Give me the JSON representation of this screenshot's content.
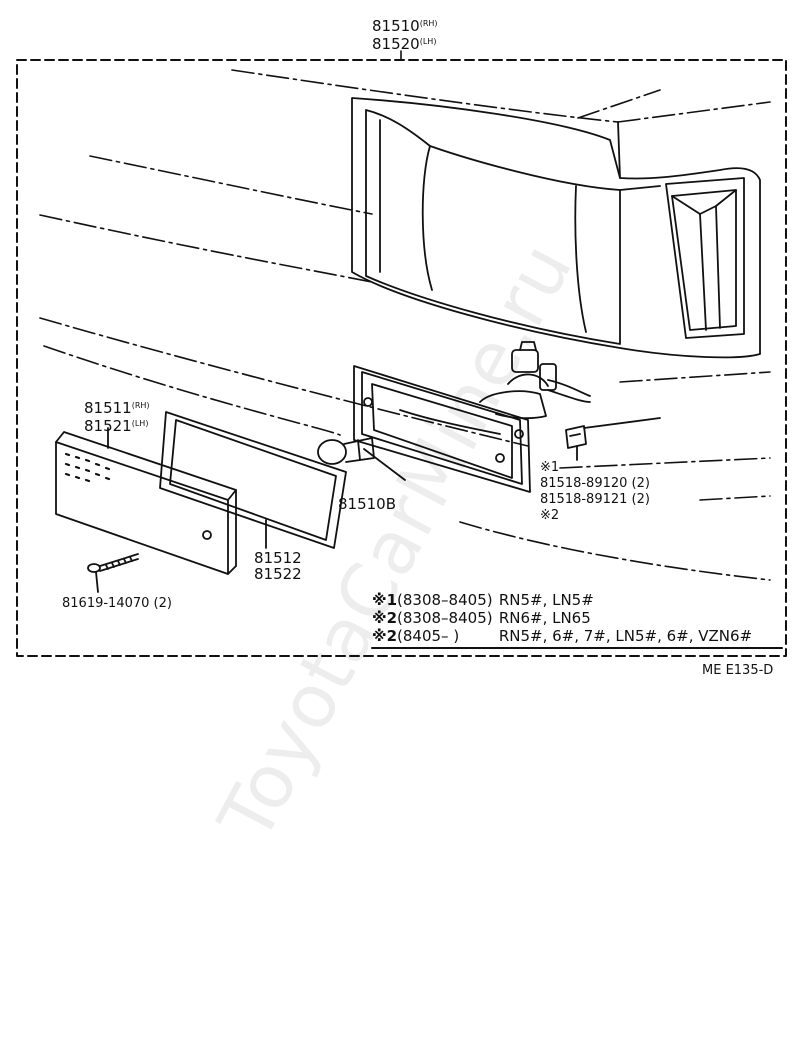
{
  "assembly": {
    "part_rh": "81510",
    "tag_rh": "(RH)",
    "part_lh": "81520",
    "tag_lh": "(LH)"
  },
  "lens": {
    "part_rh": "81511",
    "tag_rh": "(RH)",
    "part_lh": "81521",
    "tag_lh": "(LH)"
  },
  "gasket": {
    "part_a": "81512",
    "part_b": "81522"
  },
  "bulb": {
    "part": "81510B"
  },
  "screw": {
    "part": "81619-14070 (2)"
  },
  "socket": {
    "mark1": "※1",
    "part_a": "81518-89120 (2)",
    "part_b": "81518-89121 (2)",
    "mark2": "※2"
  },
  "notes": [
    {
      "mark": "※1",
      "dates": "(8308–8405)",
      "models": "RN5#, LN5#"
    },
    {
      "mark": "※2",
      "dates": "(8308–8405)",
      "models": "RN6#, LN65"
    },
    {
      "mark": "※2",
      "dates": "(8405–        )",
      "models": "RN5#, 6#, 7#, LN5#, 6#, VZN6#"
    }
  ],
  "figure_id": "ME  E135-D",
  "watermark": "ToyotaCarMine.ru",
  "colors": {
    "ink": "#111111",
    "watermark": "#000000"
  }
}
